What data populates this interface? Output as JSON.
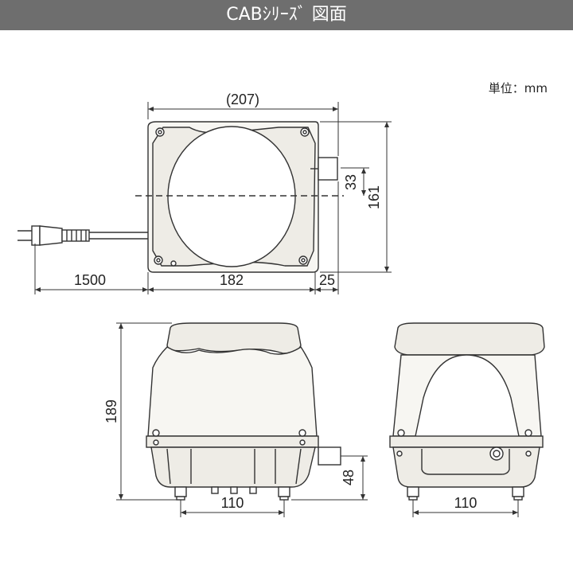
{
  "header": {
    "title": "CABｼﾘｰｽﾞ 図面"
  },
  "unit_label": "単位：mm",
  "dimensions": {
    "top_width_overall": "(207)",
    "outlet_offset": "33",
    "depth": "161",
    "cord_length": "1500",
    "body_width": "182",
    "outlet_length": "25",
    "height": "189",
    "outlet_height": "48",
    "front_foot_spacing": "110",
    "side_foot_spacing": "110"
  },
  "colors": {
    "title_bar": "#6e6e6e",
    "body_fill": "#f7f6f2",
    "stroke": "#333333"
  }
}
